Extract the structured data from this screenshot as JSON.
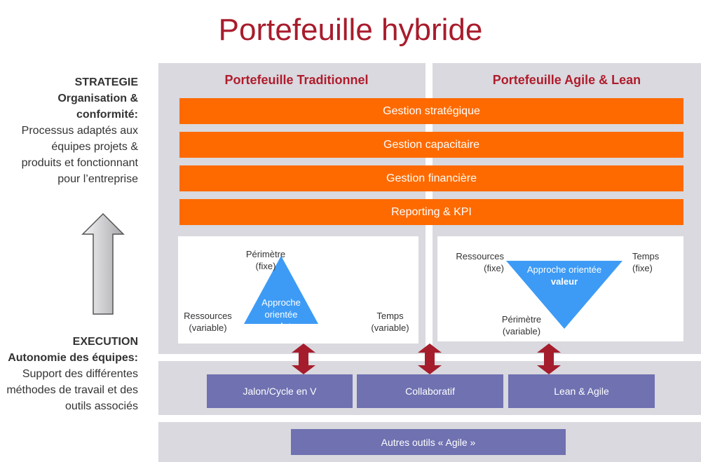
{
  "title": "Portefeuille hybride",
  "left": {
    "strategy_heading": "STRATEGIE",
    "strategy_sub": "Organisation & conformité:",
    "strategy_text": "Processus adaptés aux équipes projets & produits et fonctionnant pour l’entreprise",
    "execution_heading": "EXECUTION",
    "execution_sub": "Autonomie des équipes:",
    "execution_text": "Support des différentes méthodes de travail et des outils associés"
  },
  "panels": {
    "traditional": "Portefeuille Traditionnel",
    "agile": "Portefeuille Agile & Lean"
  },
  "bars": [
    "Gestion stratégique",
    "Gestion capacitaire",
    "Gestion financière",
    "Reporting & KPI"
  ],
  "traditional_triangle": {
    "top": "Périmètre",
    "top2": "(fixe)",
    "left": "Ressources",
    "left2": "(variable)",
    "right": "Temps",
    "right2": "(variable)",
    "center": "Approche",
    "center2": "orientée",
    "center_bold": "projets"
  },
  "agile_triangle": {
    "left": "Ressources",
    "left2": "(fixe)",
    "right": "Temps",
    "right2": "(fixe)",
    "bottom": "Périmètre",
    "bottom2": "(variable)",
    "center": "Approche orientée",
    "center_bold": "valeur"
  },
  "methods": [
    "Jalon/Cycle  en V",
    "Collaboratif",
    "Lean & Agile"
  ],
  "tools": "Autres outils « Agile »",
  "colors": {
    "title": "#a81c2c",
    "orange": "#fe6a00",
    "purple": "#6f71b1",
    "triangle": "#3d9bf5",
    "arrow": "#a51d2d"
  }
}
